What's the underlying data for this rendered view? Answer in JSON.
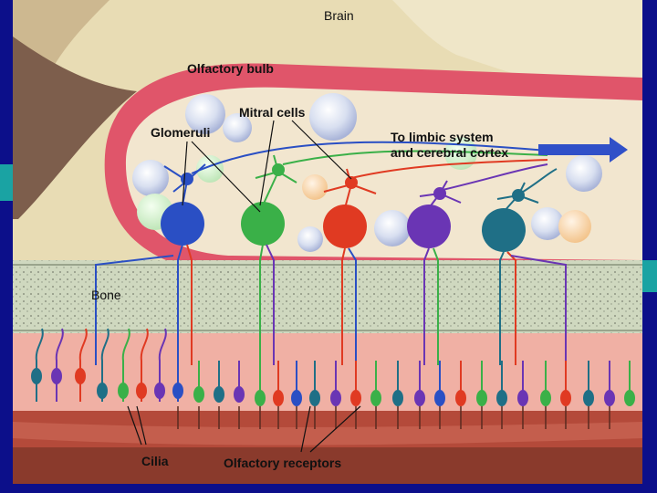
{
  "diagram": {
    "labels": {
      "brain": "Brain",
      "olfactory_bulb": "Olfactory bulb",
      "mitral_cells": "Mitral cells",
      "glomeruli": "Glomeruli",
      "limbic_line1": "To limbic system",
      "limbic_line2": "and cerebral cortex",
      "bone": "Bone",
      "cilia": "Cilia",
      "olfactory_receptors": "Olfactory receptors"
    },
    "colors": {
      "slide_background": "#0c0f8a",
      "brain_tissue": "#e8dcb4",
      "bulb_outer": "#e0556a",
      "bulb_inner": "#f2e6cf",
      "bone": "#cfd8bf",
      "epithelium": "#f0b0a4",
      "mucosa": "#b44a3a",
      "neuron_blue": "#2a4fc4",
      "neuron_green": "#3ab048",
      "neuron_red": "#e03a22",
      "neuron_purple": "#6a35b4",
      "neuron_teal": "#1f6f86",
      "arrow": "#3050c8"
    },
    "neuron_colors": [
      "neuron_blue",
      "neuron_green",
      "neuron_red",
      "neuron_purple",
      "neuron_teal"
    ]
  }
}
